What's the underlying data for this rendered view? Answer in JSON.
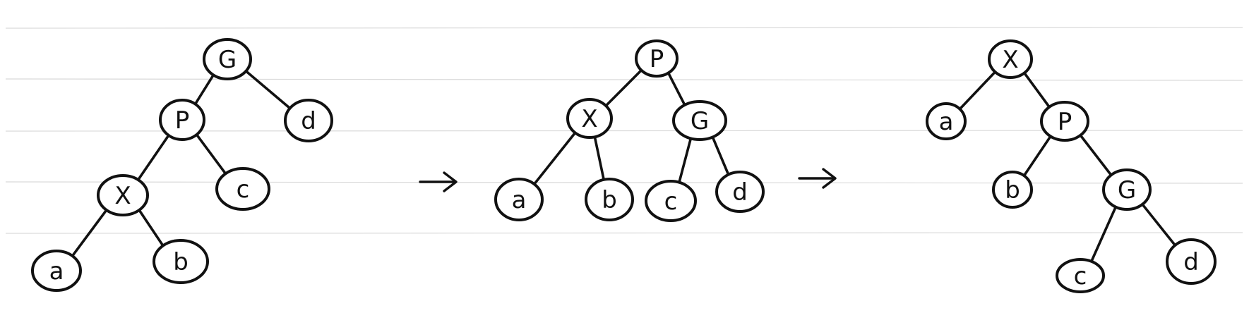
{
  "diagram": {
    "title": "",
    "trees": [
      {
        "id": "before",
        "nodes": [
          {
            "id": "G",
            "label": "G"
          },
          {
            "id": "P",
            "label": "P"
          },
          {
            "id": "d",
            "label": "d"
          },
          {
            "id": "X",
            "label": "X"
          },
          {
            "id": "c",
            "label": "c"
          },
          {
            "id": "a",
            "label": "a"
          },
          {
            "id": "b",
            "label": "b"
          }
        ],
        "edges": [
          [
            "G",
            "P"
          ],
          [
            "G",
            "d"
          ],
          [
            "P",
            "X"
          ],
          [
            "P",
            "c"
          ],
          [
            "X",
            "a"
          ],
          [
            "X",
            "b"
          ]
        ]
      },
      {
        "id": "middle",
        "nodes": [
          {
            "id": "P",
            "label": "P"
          },
          {
            "id": "X",
            "label": "X"
          },
          {
            "id": "G",
            "label": "G"
          },
          {
            "id": "a",
            "label": "a"
          },
          {
            "id": "b",
            "label": "b"
          },
          {
            "id": "c",
            "label": "c"
          },
          {
            "id": "d",
            "label": "d"
          }
        ],
        "edges": [
          [
            "P",
            "X"
          ],
          [
            "P",
            "G"
          ],
          [
            "X",
            "a"
          ],
          [
            "X",
            "b"
          ],
          [
            "G",
            "c"
          ],
          [
            "G",
            "d"
          ]
        ]
      },
      {
        "id": "after",
        "nodes": [
          {
            "id": "X",
            "label": "X"
          },
          {
            "id": "a",
            "label": "a"
          },
          {
            "id": "P",
            "label": "P"
          },
          {
            "id": "b",
            "label": "b"
          },
          {
            "id": "G",
            "label": "G"
          },
          {
            "id": "c",
            "label": "c"
          },
          {
            "id": "d",
            "label": "d"
          }
        ],
        "edges": [
          [
            "X",
            "a"
          ],
          [
            "X",
            "P"
          ],
          [
            "P",
            "b"
          ],
          [
            "P",
            "G"
          ],
          [
            "G",
            "c"
          ],
          [
            "G",
            "d"
          ]
        ]
      }
    ],
    "arrows": [
      "→",
      "→"
    ]
  }
}
